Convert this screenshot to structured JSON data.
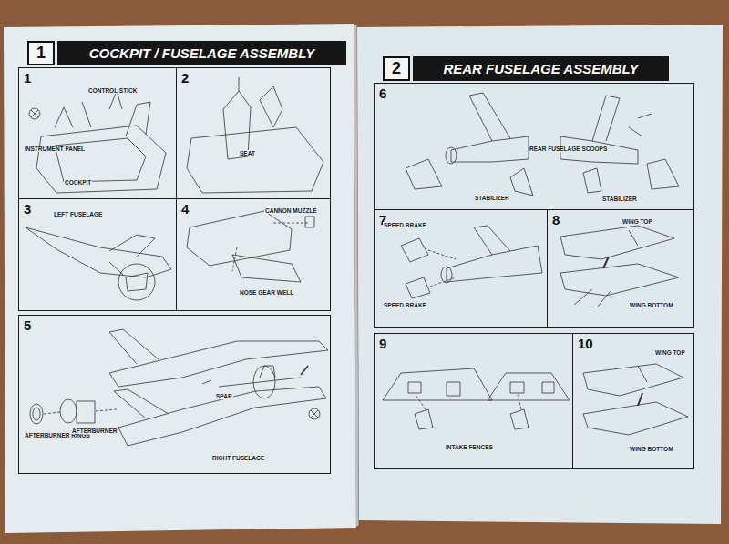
{
  "diagram": {
    "nodes": [
      {
        "text": [
          "1",
          "COCKPIT / FUSELAGE ASSEMBLY"
        ]
      },
      {
        "text": [
          "1"
        ]
      },
      {
        "text": [
          "2"
        ]
      },
      {
        "text": [
          "3"
        ]
      },
      {
        "text": [
          "4"
        ]
      },
      {
        "text": [
          "5"
        ]
      },
      {
        "text": [
          "2",
          "REAR FUSELAGE ASSEMBLY"
        ]
      },
      {
        "text": [
          "6"
        ]
      },
      {
        "text": [
          "7"
        ]
      },
      {
        "text": [
          "8"
        ]
      },
      {
        "text": [
          "9"
        ]
      },
      {
        "text": [
          "10"
        ]
      }
    ],
    "labels": [
      "CONTROL STICK",
      "INSTRUMENT PANEL",
      "COCKPIT",
      "SEAT",
      "LEFT FUSELAGE",
      "CANNON MUZZLE",
      "NOSE GEAR WELL",
      "AFTERBURNER RINGS",
      "AFTERBURNER",
      "SPAR",
      "RIGHT FUSELAGE",
      "STABILIZER",
      "REAR FUSELAGE SCOOPS",
      "STABILIZER",
      "SPEED BRAKE",
      "SPEED BRAKE",
      "WING TOP",
      "WING BOTTOM",
      "INTAKE FENCES",
      "WING TOP",
      "WING BOTTOM"
    ]
  }
}
